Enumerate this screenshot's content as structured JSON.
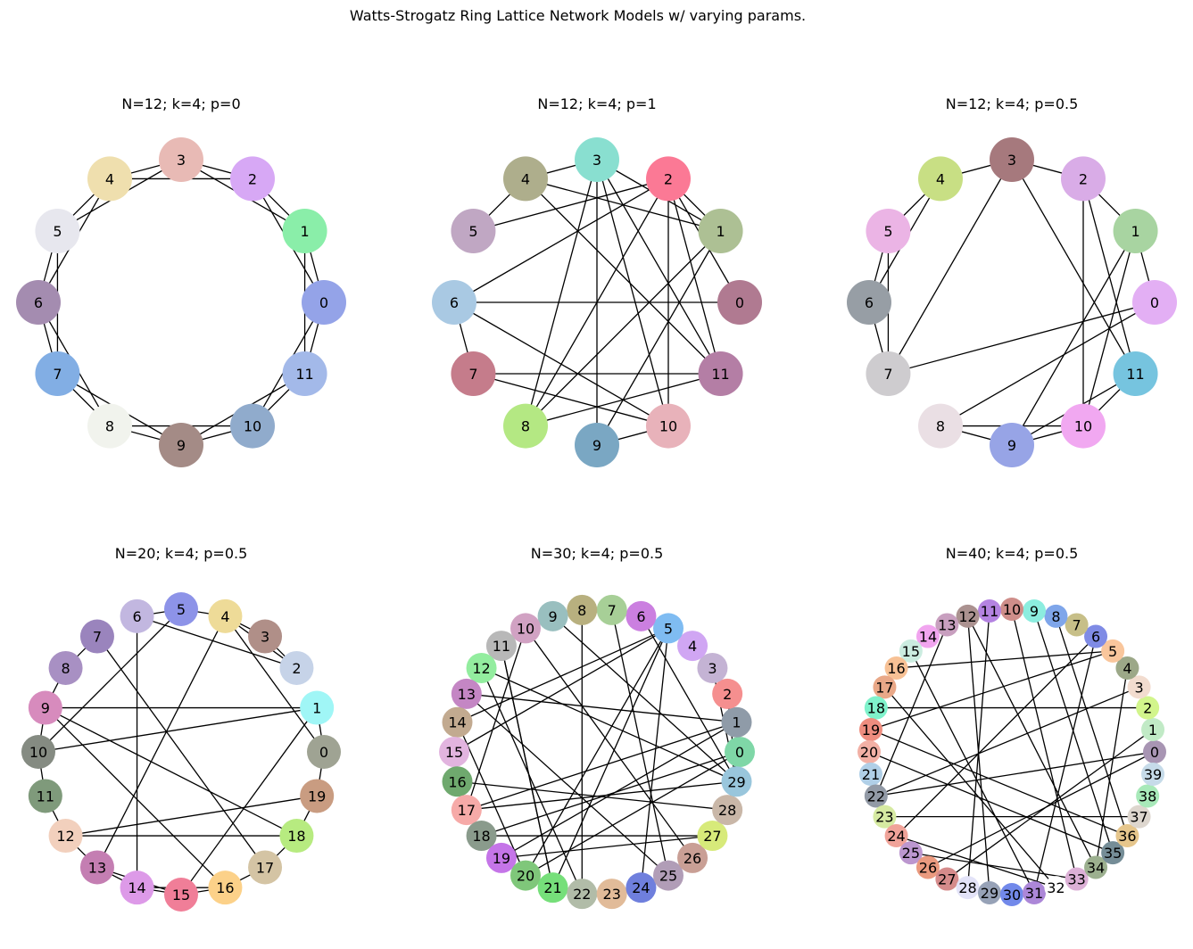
{
  "title": "Watts-Strogatz Ring Lattice Network Models w/ varying params.",
  "panels": [
    {
      "title": "N=12; k=4; p=0",
      "n": 12,
      "colors": [
        "#94a3e8",
        "#8aeea9",
        "#d7a8f5",
        "#e8bab5",
        "#efdfae",
        "#e7e7ee",
        "#a48cb0",
        "#82aee4",
        "#f1f3ed",
        "#a48b86",
        "#90abcc",
        "#a3b9e9"
      ],
      "edges": [
        [
          0,
          1
        ],
        [
          0,
          2
        ],
        [
          1,
          2
        ],
        [
          1,
          3
        ],
        [
          2,
          3
        ],
        [
          2,
          4
        ],
        [
          3,
          4
        ],
        [
          3,
          5
        ],
        [
          4,
          5
        ],
        [
          4,
          6
        ],
        [
          5,
          6
        ],
        [
          5,
          7
        ],
        [
          6,
          7
        ],
        [
          6,
          8
        ],
        [
          7,
          8
        ],
        [
          7,
          9
        ],
        [
          8,
          9
        ],
        [
          8,
          10
        ],
        [
          9,
          10
        ],
        [
          9,
          11
        ],
        [
          10,
          11
        ],
        [
          10,
          0
        ],
        [
          11,
          0
        ],
        [
          11,
          1
        ]
      ]
    },
    {
      "title": "N=12; k=4; p=1",
      "n": 12,
      "colors": [
        "#b07a91",
        "#adc094",
        "#fb7995",
        "#89dfd0",
        "#aeae8c",
        "#c0a7c3",
        "#a9c9e3",
        "#c57c8b",
        "#b4e883",
        "#7aa7c3",
        "#e8b2ba",
        "#b47ea5"
      ],
      "edges": [
        [
          3,
          4
        ],
        [
          4,
          5
        ],
        [
          2,
          5
        ],
        [
          2,
          6
        ],
        [
          6,
          0
        ],
        [
          6,
          10
        ],
        [
          6,
          7
        ],
        [
          4,
          1
        ],
        [
          3,
          1
        ],
        [
          2,
          1
        ],
        [
          2,
          11
        ],
        [
          3,
          11
        ],
        [
          3,
          10
        ],
        [
          3,
          9
        ],
        [
          3,
          8
        ],
        [
          4,
          11
        ],
        [
          2,
          10
        ],
        [
          7,
          10
        ],
        [
          7,
          11
        ],
        [
          1,
          8
        ],
        [
          1,
          9
        ],
        [
          2,
          8
        ],
        [
          11,
          8
        ],
        [
          9,
          10
        ],
        [
          0,
          2
        ]
      ]
    },
    {
      "title": "N=12; k=4; p=0.5",
      "n": 12,
      "colors": [
        "#e3aff4",
        "#a8d4a1",
        "#d9ace7",
        "#a6797d",
        "#c8df84",
        "#ebb4e5",
        "#979ea5",
        "#cecccf",
        "#eadfe4",
        "#97a4e6",
        "#f1a8f1",
        "#76c4df"
      ],
      "edges": [
        [
          0,
          1
        ],
        [
          1,
          2
        ],
        [
          2,
          3
        ],
        [
          3,
          4
        ],
        [
          4,
          5
        ],
        [
          4,
          6
        ],
        [
          5,
          6
        ],
        [
          5,
          7
        ],
        [
          6,
          7
        ],
        [
          3,
          7
        ],
        [
          0,
          7
        ],
        [
          0,
          8
        ],
        [
          1,
          9
        ],
        [
          1,
          10
        ],
        [
          2,
          10
        ],
        [
          2,
          11
        ],
        [
          3,
          11
        ],
        [
          8,
          9
        ],
        [
          8,
          10
        ],
        [
          9,
          10
        ],
        [
          10,
          11
        ],
        [
          9,
          11
        ]
      ]
    },
    {
      "title": "N=20; k=4; p=0.5",
      "n": 20,
      "colors": [
        "#9fa393",
        "#a0f6f6",
        "#c6d3e8",
        "#b08f88",
        "#eedb98",
        "#8d93e8",
        "#c2b7e0",
        "#9a84bd",
        "#a890c3",
        "#d78bbd",
        "#858b82",
        "#7f9a7b",
        "#f2d0bd",
        "#c47eb2",
        "#dd9ae8",
        "#f07e98",
        "#fcd189",
        "#d4c4a4",
        "#b7eb80",
        "#c99c81"
      ],
      "edges": [
        [
          0,
          1
        ],
        [
          0,
          19
        ],
        [
          0,
          4
        ],
        [
          1,
          9
        ],
        [
          1,
          10
        ],
        [
          1,
          15
        ],
        [
          2,
          3
        ],
        [
          3,
          4
        ],
        [
          2,
          4
        ],
        [
          4,
          5
        ],
        [
          5,
          6
        ],
        [
          5,
          10
        ],
        [
          4,
          13
        ],
        [
          6,
          14
        ],
        [
          6,
          2
        ],
        [
          7,
          8
        ],
        [
          7,
          17
        ],
        [
          8,
          9
        ],
        [
          9,
          10
        ],
        [
          9,
          18
        ],
        [
          9,
          16
        ],
        [
          10,
          11
        ],
        [
          11,
          12
        ],
        [
          12,
          13
        ],
        [
          12,
          18
        ],
        [
          13,
          14
        ],
        [
          13,
          15
        ],
        [
          14,
          15
        ],
        [
          14,
          16
        ],
        [
          15,
          16
        ],
        [
          16,
          17
        ],
        [
          17,
          18
        ],
        [
          18,
          19
        ],
        [
          19,
          12
        ]
      ]
    },
    {
      "title": "N=30; k=4; p=0.5",
      "n": 30,
      "colors": [
        "#7fd7a7",
        "#8f9ba8",
        "#f58f8f",
        "#c4b3d4",
        "#d0a6f3",
        "#7fbcf2",
        "#cb7fe0",
        "#a7cf97",
        "#b8b07f",
        "#99bfbf",
        "#d1a2c3",
        "#b8b8b8",
        "#93ed9f",
        "#c486c4",
        "#c2aa90",
        "#e2b4df",
        "#6fa96e",
        "#f6aaa8",
        "#8a9b8c",
        "#c575e8",
        "#7fc77a",
        "#76df7a",
        "#b1bca8",
        "#e1bb99",
        "#6f7fdd",
        "#b19db7",
        "#c99f95",
        "#d7ea7a",
        "#c9b7a8",
        "#99c6dc"
      ],
      "edges": [
        [
          0,
          1
        ],
        [
          0,
          29
        ],
        [
          0,
          28
        ],
        [
          0,
          18
        ],
        [
          0,
          20
        ],
        [
          1,
          2
        ],
        [
          1,
          13
        ],
        [
          1,
          17
        ],
        [
          1,
          19
        ],
        [
          2,
          3
        ],
        [
          2,
          29
        ],
        [
          3,
          4
        ],
        [
          3,
          29
        ],
        [
          4,
          5
        ],
        [
          5,
          6
        ],
        [
          5,
          20
        ],
        [
          5,
          21
        ],
        [
          5,
          24
        ],
        [
          5,
          14
        ],
        [
          5,
          15
        ],
        [
          6,
          7
        ],
        [
          6,
          29
        ],
        [
          7,
          8
        ],
        [
          7,
          25
        ],
        [
          8,
          9
        ],
        [
          8,
          22
        ],
        [
          9,
          10
        ],
        [
          9,
          29
        ],
        [
          10,
          11
        ],
        [
          10,
          17
        ],
        [
          10,
          26
        ],
        [
          11,
          12
        ],
        [
          11,
          21
        ],
        [
          12,
          29
        ],
        [
          13,
          14
        ],
        [
          13,
          25
        ],
        [
          14,
          15
        ],
        [
          14,
          20
        ],
        [
          15,
          16
        ],
        [
          16,
          17
        ],
        [
          16,
          28
        ],
        [
          17,
          18
        ],
        [
          18,
          19
        ],
        [
          18,
          27
        ],
        [
          19,
          20
        ],
        [
          19,
          27
        ],
        [
          20,
          21
        ],
        [
          21,
          22
        ],
        [
          22,
          23
        ],
        [
          23,
          24
        ],
        [
          24,
          25
        ],
        [
          25,
          26
        ],
        [
          26,
          27
        ],
        [
          27,
          28
        ],
        [
          28,
          29
        ],
        [
          17,
          29
        ],
        [
          11,
          21
        ],
        [
          12,
          22
        ]
      ]
    },
    {
      "title": "N=40; k=4; p=0.5",
      "n": 40,
      "colors": [
        "#a895b3",
        "#c1eac6",
        "#d2f58c",
        "#f2dccf",
        "#9ca888",
        "#f9c69c",
        "#7f8be5",
        "#c7bf88",
        "#7fa6ea",
        "#8ceddf",
        "#cf8e8a",
        "#b483e1",
        "#ab9290",
        "#c89fbf",
        "#f1a5ef",
        "#cbece0",
        "#f7c195",
        "#e9a888",
        "#7ff2cb",
        "#ee8d7f",
        "#f2b0a5",
        "#b0cfe7",
        "#929aa6",
        "#d6eaa2",
        "#f0a399",
        "#bc97cf",
        "#ea9a7f",
        "#d58b8b",
        "#e3e3f8",
        "#97a2b7",
        "#7289ea",
        "#ac87d8",
        "#ffffff",
        "#dcb0d6",
        "#9cb08f",
        "#758d97",
        "#e6c68c",
        "#ddd6ce",
        "#a8e9b9",
        "#c6dbe9"
      ],
      "edges": [
        [
          0,
          1
        ],
        [
          0,
          39
        ],
        [
          0,
          22
        ],
        [
          0,
          26
        ],
        [
          1,
          2
        ],
        [
          1,
          27
        ],
        [
          2,
          3
        ],
        [
          2,
          18
        ],
        [
          3,
          4
        ],
        [
          3,
          22
        ],
        [
          4,
          5
        ],
        [
          4,
          34
        ],
        [
          5,
          6
        ],
        [
          5,
          16
        ],
        [
          5,
          19
        ],
        [
          6,
          7
        ],
        [
          6,
          31
        ],
        [
          6,
          24
        ],
        [
          7,
          8
        ],
        [
          8,
          9
        ],
        [
          8,
          36
        ],
        [
          9,
          10
        ],
        [
          9,
          35
        ],
        [
          10,
          11
        ],
        [
          10,
          33
        ],
        [
          11,
          12
        ],
        [
          11,
          28
        ],
        [
          12,
          13
        ],
        [
          12,
          34
        ],
        [
          12,
          29
        ],
        [
          13,
          14
        ],
        [
          13,
          22
        ],
        [
          14,
          15
        ],
        [
          15,
          16
        ],
        [
          15,
          31
        ],
        [
          16,
          17
        ],
        [
          17,
          18
        ],
        [
          17,
          32
        ],
        [
          18,
          19
        ],
        [
          19,
          20
        ],
        [
          19,
          36
        ],
        [
          20,
          21
        ],
        [
          21,
          22
        ],
        [
          22,
          23
        ],
        [
          23,
          24
        ],
        [
          23,
          37
        ],
        [
          24,
          25
        ],
        [
          24,
          32
        ],
        [
          25,
          26
        ],
        [
          25,
          33
        ],
        [
          26,
          27
        ],
        [
          27,
          28
        ],
        [
          28,
          29
        ],
        [
          29,
          30
        ],
        [
          30,
          31
        ],
        [
          31,
          32
        ],
        [
          32,
          33
        ],
        [
          33,
          34
        ],
        [
          34,
          35
        ],
        [
          35,
          36
        ],
        [
          36,
          37
        ],
        [
          37,
          38
        ],
        [
          38,
          39
        ],
        [
          20,
          35
        ]
      ]
    }
  ]
}
